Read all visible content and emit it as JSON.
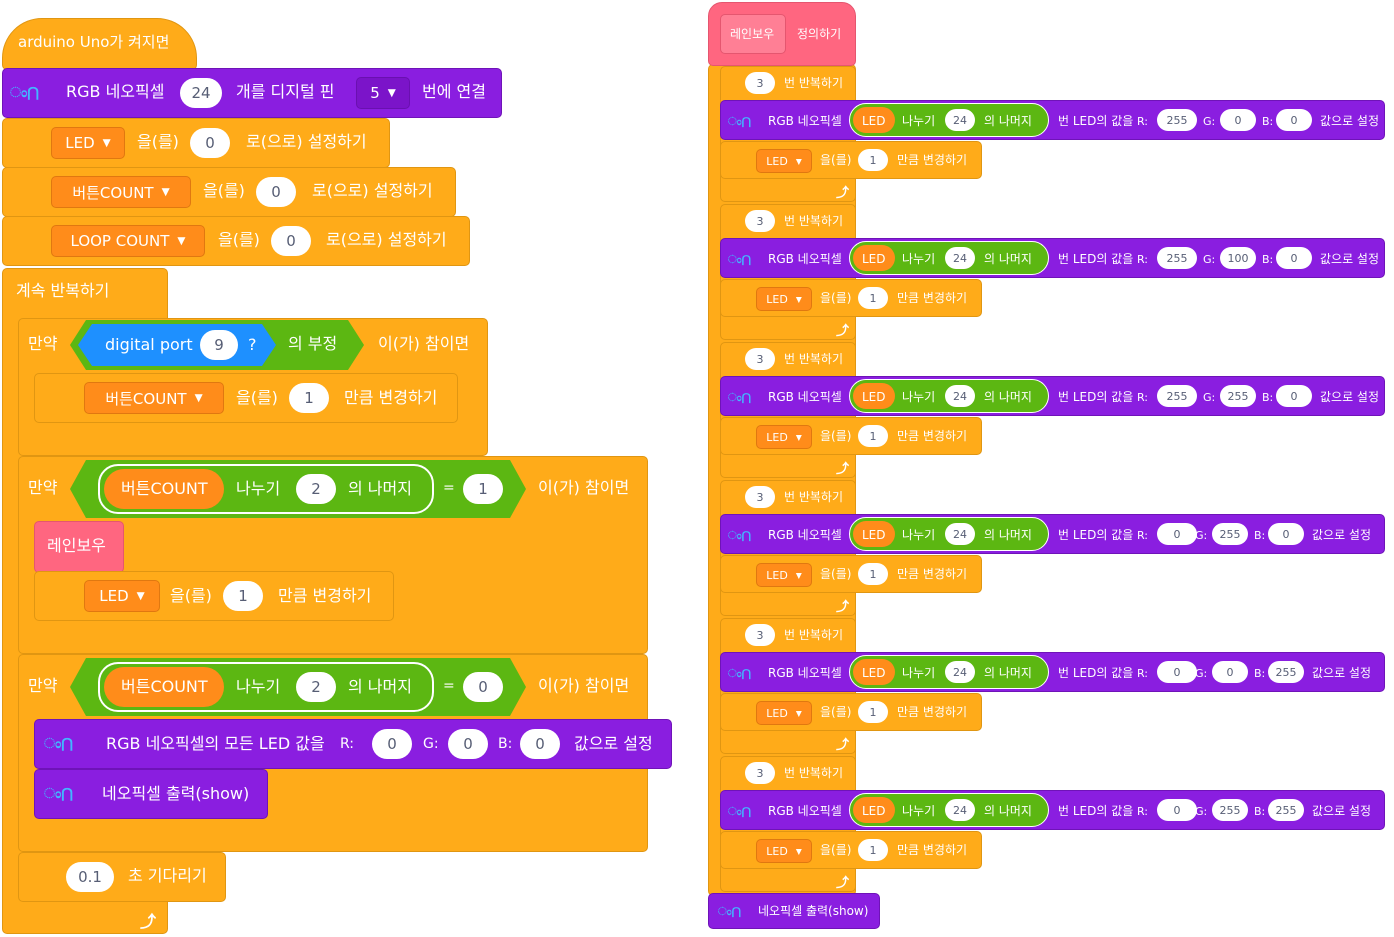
{
  "left": {
    "hat_label": "arduino Uno가 켜지면",
    "neo_init": {
      "prefix": "RGB 네오픽셀",
      "count": "24",
      "mid": "개를 디지털 핀",
      "pin": "5",
      "suffix": "번에 연결"
    },
    "set_vars": [
      {
        "var": "LED",
        "mid": "을(를)",
        "value": "0",
        "suffix": "로(으로) 설정하기"
      },
      {
        "var": "버튼COUNT",
        "mid": "을(를)",
        "value": "0",
        "suffix": "로(으로) 설정하기"
      },
      {
        "var": "LOOP COUNT",
        "mid": "을(를)",
        "value": "0",
        "suffix": "로(으로) 설정하기"
      }
    ],
    "forever": "계속 반복하기",
    "if1": {
      "if": "만약",
      "sensor": "digital port",
      "port": "9",
      "q": "?",
      "not": "의 부정",
      "then": "이(가) 참이면"
    },
    "change_btn": {
      "var": "버튼COUNT",
      "mid": "을(를)",
      "value": "1",
      "suffix": "만큼 변경하기"
    },
    "if2": {
      "if": "만약",
      "var": "버튼COUNT",
      "div": "나누기",
      "divisor": "2",
      "mod": "의 나머지",
      "eq": "=",
      "rhs": "1",
      "then": "이(가) 참이면"
    },
    "rainbow_call": "레인보우",
    "change_led": {
      "var": "LED",
      "mid": "을(를)",
      "value": "1",
      "suffix": "만큼 변경하기"
    },
    "if3": {
      "if": "만약",
      "var": "버튼COUNT",
      "div": "나누기",
      "divisor": "2",
      "mod": "의 나머지",
      "eq": "=",
      "rhs": "0",
      "then": "이(가) 참이면"
    },
    "set_all": {
      "prefix": "RGB 네오픽셀의 모든 LED 값을",
      "r_label": "R:",
      "r": "0",
      "g_label": "G:",
      "g": "0",
      "b_label": "B:",
      "b": "0",
      "suffix": "값으로 설정"
    },
    "show": "네오픽셀 출력(show)",
    "wait": {
      "value": "0.1",
      "suffix": "초 기다리기"
    }
  },
  "right": {
    "define": {
      "name": "레인보우",
      "suffix": "정의하기"
    },
    "repeat_label": "번 반복하기",
    "repeat_count": "3",
    "set_prefix": "RGB 네오픽셀",
    "led_reporter": "LED",
    "div": "나누기",
    "divisor": "24",
    "mod": "의 나머지",
    "set_mid": "번 LED의 값을",
    "r_label": "R:",
    "g_label": "G:",
    "b_label": "B:",
    "set_suffix": "값으로 설정",
    "change": {
      "var": "LED",
      "mid": "을(를)",
      "value": "1",
      "suffix": "만큼 변경하기"
    },
    "colors": [
      {
        "r": "255",
        "g": "0",
        "b": "0"
      },
      {
        "r": "255",
        "g": "100",
        "b": "0"
      },
      {
        "r": "255",
        "g": "255",
        "b": "0"
      },
      {
        "r": "0",
        "g": "255",
        "b": "0"
      },
      {
        "r": "0",
        "g": "0",
        "b": "255"
      },
      {
        "r": "0",
        "g": "255",
        "b": "255"
      }
    ],
    "show": "네오픽셀 출력(show)"
  },
  "icons": {
    "extension": "neopixel-extension-icon",
    "loop": "loop-arrow-icon",
    "dropdown": "dropdown-arrow-icon"
  },
  "colors": {
    "orange": "#FFAB19",
    "purple": "#8A1EE0",
    "green": "#5CB712",
    "blue": "#1E90FF",
    "pink": "#FF6680"
  }
}
